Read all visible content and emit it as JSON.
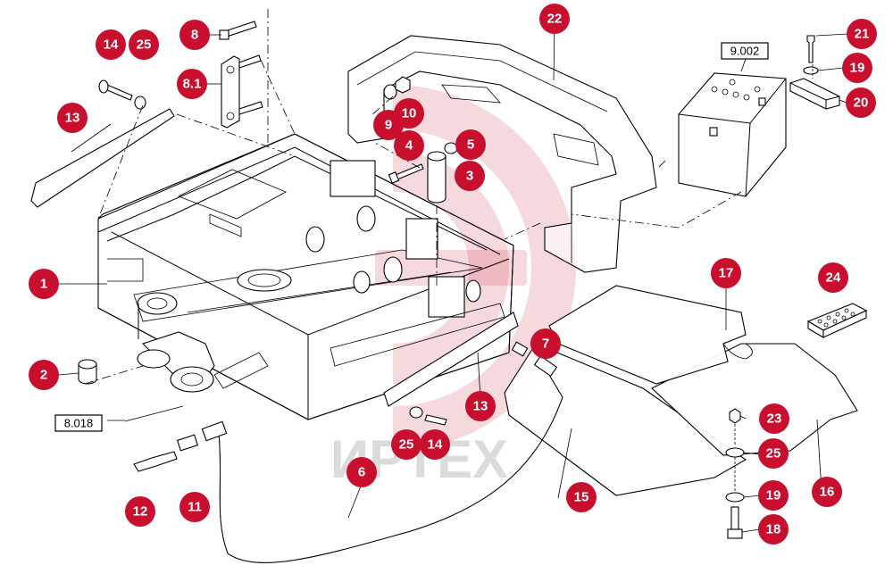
{
  "watermark": {
    "text": "ИРТЕХ"
  },
  "callouts": [
    {
      "id": "c1",
      "label": "1"
    },
    {
      "id": "c2",
      "label": "2"
    },
    {
      "id": "c3",
      "label": "3"
    },
    {
      "id": "c4",
      "label": "4"
    },
    {
      "id": "c5",
      "label": "5"
    },
    {
      "id": "c6",
      "label": "6"
    },
    {
      "id": "c7",
      "label": "7"
    },
    {
      "id": "c8",
      "label": "8"
    },
    {
      "id": "c81",
      "label": "8.1"
    },
    {
      "id": "c9",
      "label": "9"
    },
    {
      "id": "c10",
      "label": "10"
    },
    {
      "id": "c11",
      "label": "11"
    },
    {
      "id": "c12",
      "label": "12"
    },
    {
      "id": "c13a",
      "label": "13"
    },
    {
      "id": "c13b",
      "label": "13"
    },
    {
      "id": "c14a",
      "label": "14"
    },
    {
      "id": "c14b",
      "label": "14"
    },
    {
      "id": "c15",
      "label": "15"
    },
    {
      "id": "c16",
      "label": "16"
    },
    {
      "id": "c17",
      "label": "17"
    },
    {
      "id": "c18",
      "label": "18"
    },
    {
      "id": "c19a",
      "label": "19"
    },
    {
      "id": "c19b",
      "label": "19"
    },
    {
      "id": "c20",
      "label": "20"
    },
    {
      "id": "c21",
      "label": "21"
    },
    {
      "id": "c22",
      "label": "22"
    },
    {
      "id": "c23",
      "label": "23"
    },
    {
      "id": "c24",
      "label": "24"
    },
    {
      "id": "c25a",
      "label": "25"
    },
    {
      "id": "c25b",
      "label": "25"
    },
    {
      "id": "c25c",
      "label": "25"
    }
  ],
  "references": [
    {
      "id": "r9002",
      "label": "9.002"
    },
    {
      "id": "r8018",
      "label": "8.018"
    }
  ]
}
